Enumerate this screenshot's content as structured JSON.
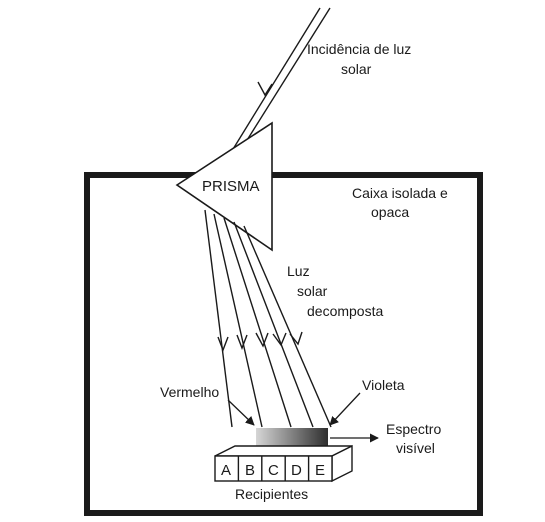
{
  "labels": {
    "incidence_line1": "Incidência de luz",
    "incidence_line2": "solar",
    "prism": "PRISMA",
    "box_line1": "Caixa isolada e",
    "box_line2": "opaca",
    "decomposed_line1": "Luz",
    "decomposed_line2": "solar",
    "decomposed_line3": "decomposta",
    "red": "Vermelho",
    "violet": "Violeta",
    "spectrum_line1": "Espectro",
    "spectrum_line2": "visível",
    "containers": "Recipientes"
  },
  "bins": [
    "A",
    "B",
    "C",
    "D",
    "E"
  ],
  "colors": {
    "ink": "#1a1a1a",
    "spectrum_start": "#cfcfcf",
    "spectrum_end": "#3a3a3a",
    "bin_fill": "#ffffff"
  }
}
